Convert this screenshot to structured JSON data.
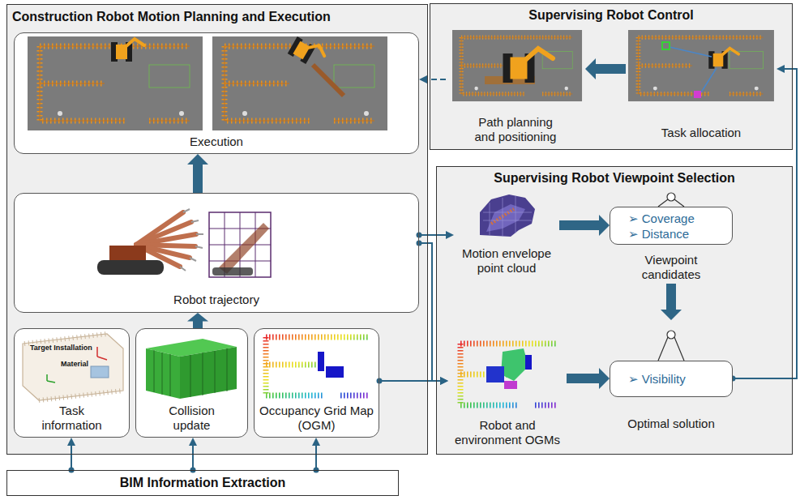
{
  "diagram": {
    "nodes": [
      {
        "text": [
          "Construction Robot Motion Planning and Execution"
        ]
      },
      {
        "text": [
          "Execution"
        ],
        "in": 0
      },
      {
        "text": [
          "Robot trajectory"
        ],
        "in": 0
      },
      {
        "text": [
          "Task information"
        ],
        "in": 0
      },
      {
        "text": [
          "Collision update"
        ],
        "in": 0
      },
      {
        "text": [
          "Occupancy Grid Map (OGM)"
        ],
        "in": 0
      },
      {
        "text": [
          "Supervising Robot Control"
        ]
      },
      {
        "text": [
          "Path planning and positioning"
        ],
        "in": 6
      },
      {
        "text": [
          "Task allocation"
        ],
        "in": 6
      },
      {
        "text": [
          "Supervising Robot Viewpoint Selection"
        ]
      },
      {
        "text": [
          "Motion envelope point cloud"
        ],
        "in": 9
      },
      {
        "text": [
          "➢ Coverage",
          "➢ Distance",
          "Viewpoint candidates"
        ],
        "in": 9
      },
      {
        "text": [
          "Robot and environment OGMs"
        ],
        "in": 9
      },
      {
        "text": [
          "➢ Visibility",
          "Optimal solution"
        ],
        "in": 9
      },
      {
        "text": [
          "BIM Information Extraction"
        ]
      }
    ],
    "edges": [
      {
        "from": 14,
        "to": 3,
        "arrow": "to"
      },
      {
        "from": 14,
        "to": 4,
        "arrow": "to"
      },
      {
        "from": 14,
        "to": 5,
        "arrow": "to"
      },
      {
        "from": 4,
        "to": 2,
        "arrow": "to"
      },
      {
        "from": 2,
        "to": 1,
        "arrow": "to"
      },
      {
        "from": 7,
        "to": 1,
        "arrow": "to"
      },
      {
        "from": 8,
        "to": 7,
        "arrow": "to"
      },
      {
        "from": 2,
        "to": 10,
        "arrow": "to"
      },
      {
        "from": 2,
        "to": 12,
        "arrow": "to"
      },
      {
        "from": 5,
        "to": 12,
        "arrow": "to"
      },
      {
        "from": 10,
        "to": 11,
        "arrow": "to"
      },
      {
        "from": 11,
        "to": 13,
        "arrow": "to"
      },
      {
        "from": 12,
        "to": 13,
        "arrow": "to"
      },
      {
        "from": 13,
        "to": 8,
        "arrow": "to"
      }
    ],
    "labels": [
      "Target Installation",
      "Material"
    ]
  }
}
